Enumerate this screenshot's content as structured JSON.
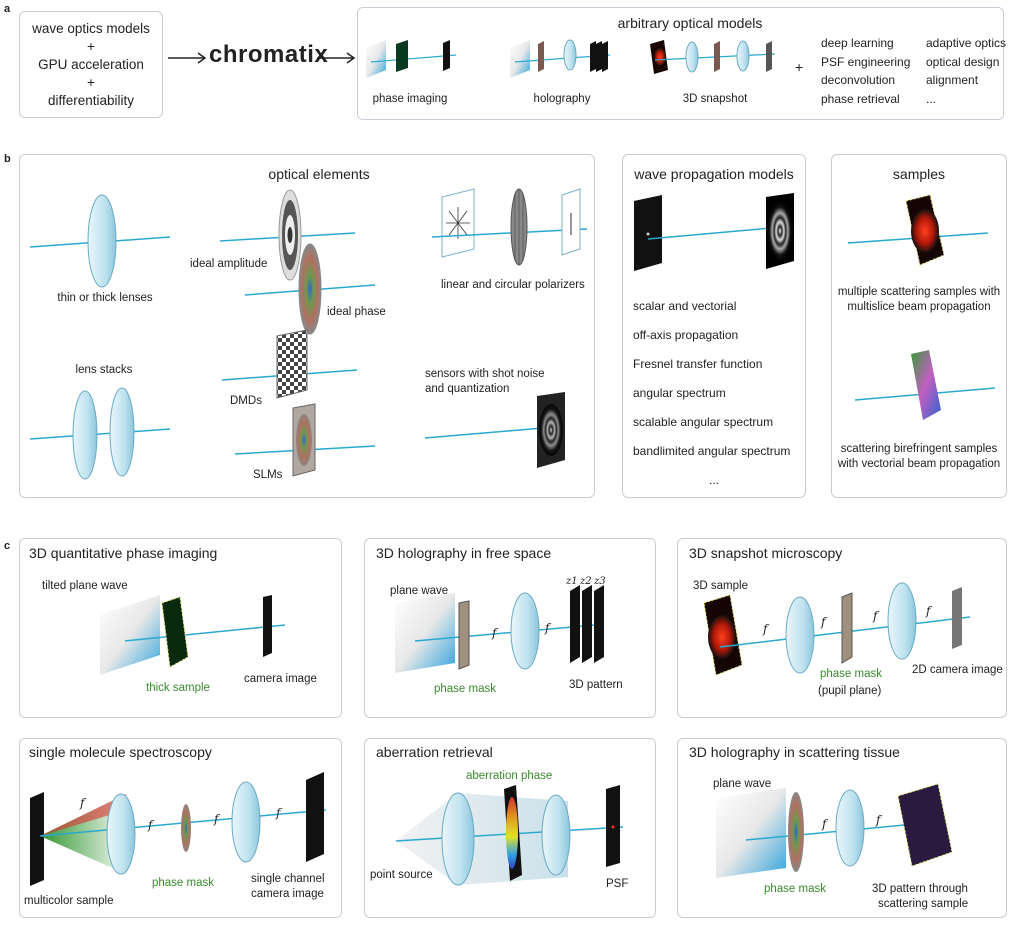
{
  "panel_a": {
    "letter": "a",
    "input_lines": [
      "wave optics models",
      "+",
      "GPU acceleration",
      "+",
      "differentiability"
    ],
    "brand": "chromatix",
    "models_title": "arbitrary optical models",
    "examples": [
      "phase imaging",
      "holography",
      "3D snapshot"
    ],
    "plus": "+",
    "apps_left": [
      "deep learning",
      "PSF engineering",
      "deconvolution",
      "phase retrieval"
    ],
    "apps_right": [
      "adaptive optics",
      "optical design",
      "alignment",
      "..."
    ]
  },
  "panel_b": {
    "letter": "b",
    "optical_elements": {
      "title": "optical elements",
      "thin_lens": "thin or thick lenses",
      "ideal_amplitude": "ideal amplitude",
      "ideal_phase": "ideal phase",
      "polarizers": "linear and circular polarizers",
      "lens_stacks": "lens stacks",
      "dmds": "DMDs",
      "slms": "SLMs",
      "sensors_line1": "sensors with shot noise",
      "sensors_line2": "and quantization"
    },
    "wave_propagation": {
      "title": "wave propagation models",
      "items": [
        "scalar and vectorial",
        "off-axis propagation",
        "Fresnel transfer function",
        "angular spectrum",
        "scalable angular spectrum",
        "bandlimited angular spectrum",
        "..."
      ]
    },
    "samples": {
      "title": "samples",
      "s1_line1": "multiple scattering samples with",
      "s1_line2": "multislice beam propagation",
      "s2_line1": "scattering birefringent samples",
      "s2_line2": "with vectorial beam propagation"
    }
  },
  "panel_c": {
    "letter": "c",
    "f_symbol": "f",
    "qpi": {
      "title": "3D quantitative phase imaging",
      "tilted": "tilted plane wave",
      "thick": "thick sample",
      "camera": "camera image"
    },
    "holo_free": {
      "title": "3D holography in free space",
      "plane": "plane wave",
      "mask": "phase mask",
      "pattern": "3D pattern",
      "z1": "z1",
      "z2": "z2",
      "z3": "z3"
    },
    "snapshot": {
      "title": "3D snapshot microscopy",
      "sample": "3D sample",
      "mask": "phase mask",
      "pupil": "(pupil plane)",
      "camera": "2D camera image"
    },
    "smlm": {
      "title": "single molecule spectroscopy",
      "sample": "multicolor sample",
      "mask": "phase mask",
      "cam1": "single channel",
      "cam2": "camera image"
    },
    "aberr": {
      "title": "aberration retrieval",
      "phase": "aberration phase",
      "source": "point source",
      "psf": "PSF"
    },
    "holo_tissue": {
      "title": "3D holography in scattering tissue",
      "plane": "plane wave",
      "mask": "phase mask",
      "pattern1": "3D pattern through",
      "pattern2": "scattering sample"
    }
  },
  "colors": {
    "beam": "#2aa9cf",
    "lens": "#cfe9f3",
    "lens_edge": "#6aaac4",
    "border": "#c9ccd6",
    "green": "#3a8a2e"
  }
}
